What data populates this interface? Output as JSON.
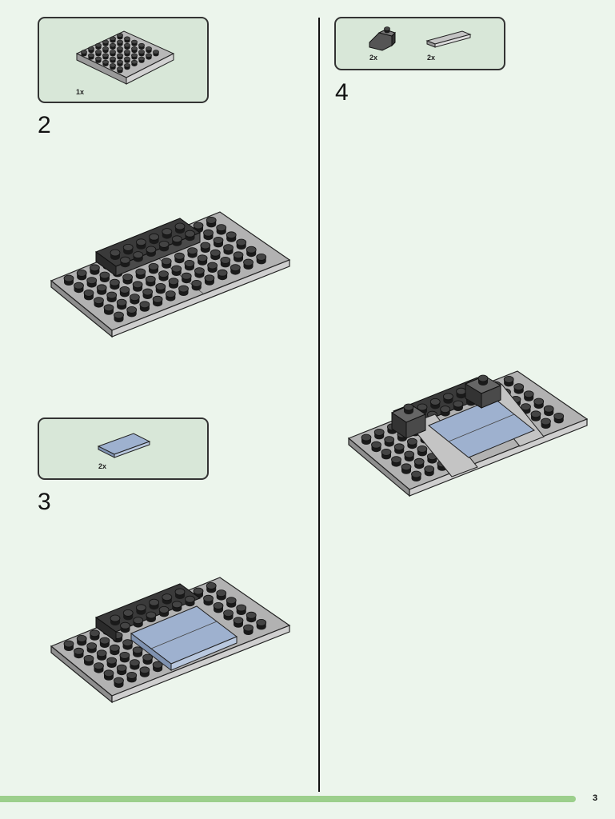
{
  "colors": {
    "background": "#ecf5ec",
    "parts_box_fill": "#d8e7d8",
    "footer_bar": "#9ccf8c",
    "plate_gray": "#b2b2b2",
    "dark_gray": "#3a3a3a",
    "tile_blue": "#9eb1cf"
  },
  "page": {
    "number": "3"
  },
  "steps": [
    {
      "number": "2",
      "parts": [
        {
          "qty": "1x",
          "icon": "gray-plate-6x6-icon"
        }
      ]
    },
    {
      "number": "3",
      "parts": [
        {
          "qty": "2x",
          "icon": "blue-tile-2x2-icon"
        }
      ]
    },
    {
      "number": "4",
      "parts": [
        {
          "qty": "2x",
          "icon": "dark-slope-brick-icon"
        },
        {
          "qty": "2x",
          "icon": "gray-tile-1x4-icon"
        }
      ]
    }
  ]
}
